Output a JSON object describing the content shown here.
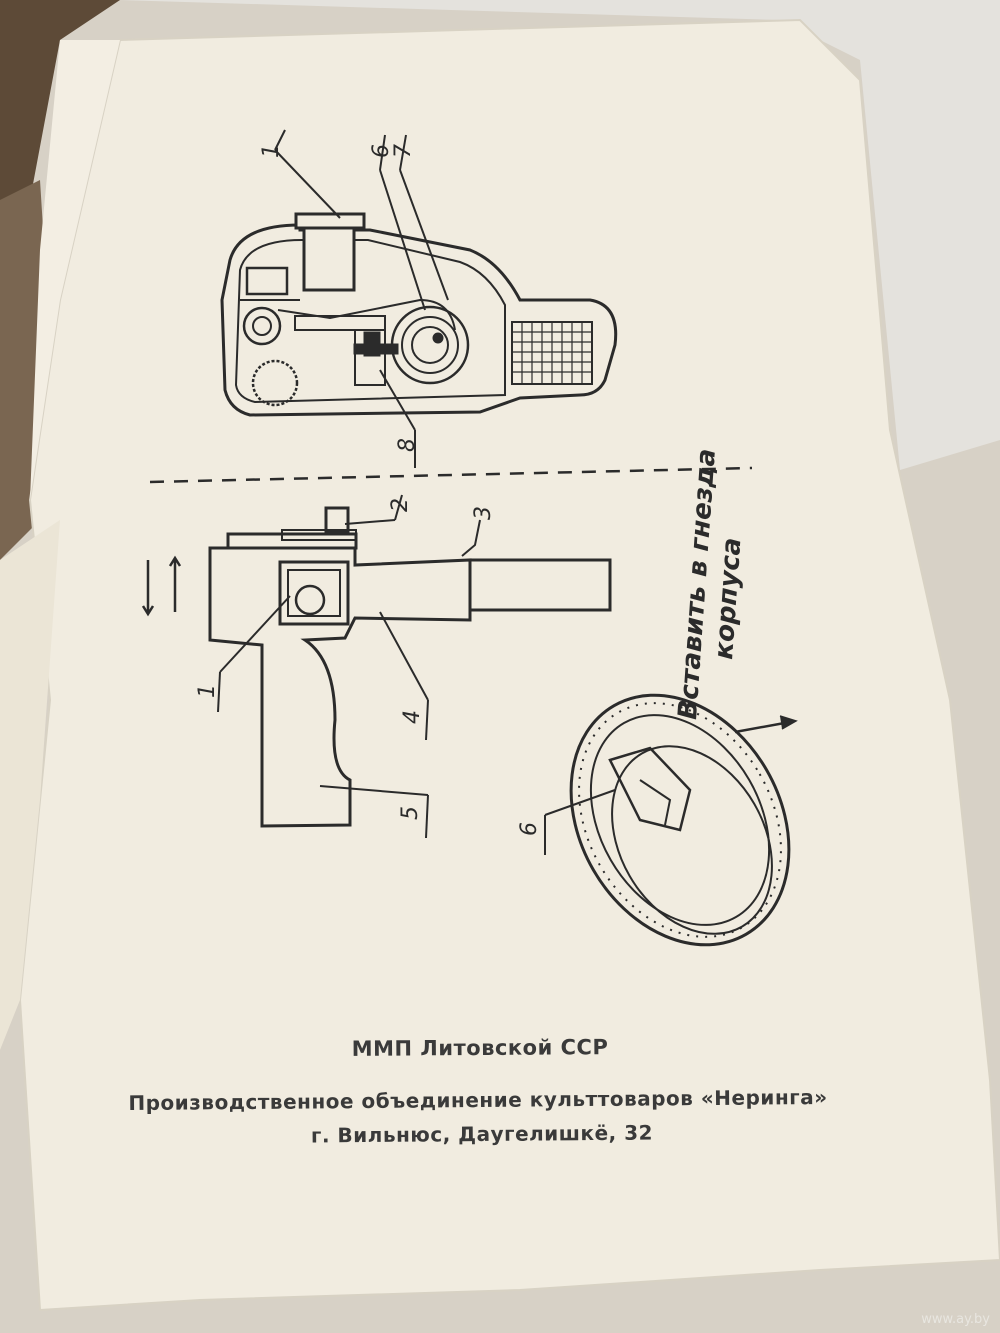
{
  "diagram": {
    "part_numbers": {
      "top": [
        "1",
        "6",
        "7",
        "8"
      ],
      "bottom": [
        "2",
        "3",
        "1",
        "4",
        "5",
        "6"
      ]
    },
    "instruction_text": [
      "Вставить в гнезда",
      "корпуса"
    ]
  },
  "footer": {
    "line1": "ММП Литовской ССР",
    "line2": "Производственное объединение культтоваров «Неринга»",
    "line3": "г. Вильнюс, Даугелишкё, 32"
  },
  "watermark": "www.ay.by",
  "colors": {
    "paper": "#f1ece0",
    "background": "#d9d4ca",
    "ink": "#2b2b2b"
  }
}
